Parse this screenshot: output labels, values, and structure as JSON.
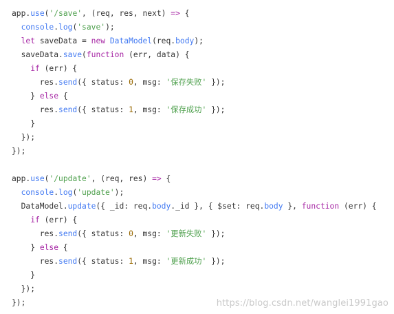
{
  "code": {
    "language": "javascript",
    "colors": {
      "keyword": "#a626a4",
      "string": "#50a14f",
      "number": "#986801",
      "function": "#4078f2",
      "plain": "#333333"
    },
    "lines": [
      [
        {
          "t": "pl",
          "v": "app."
        },
        {
          "t": "fn",
          "v": "use"
        },
        {
          "t": "pl",
          "v": "("
        },
        {
          "t": "str",
          "v": "'/save'"
        },
        {
          "t": "pl",
          "v": ", (req, res, next) "
        },
        {
          "t": "key",
          "v": "=>"
        },
        {
          "t": "pl",
          "v": " {"
        }
      ],
      [
        {
          "t": "pl",
          "v": "  "
        },
        {
          "t": "fn",
          "v": "console"
        },
        {
          "t": "pl",
          "v": "."
        },
        {
          "t": "fn",
          "v": "log"
        },
        {
          "t": "pl",
          "v": "("
        },
        {
          "t": "str",
          "v": "'save'"
        },
        {
          "t": "pl",
          "v": ");"
        }
      ],
      [
        {
          "t": "pl",
          "v": "  "
        },
        {
          "t": "key",
          "v": "let"
        },
        {
          "t": "pl",
          "v": " saveData = "
        },
        {
          "t": "key",
          "v": "new"
        },
        {
          "t": "pl",
          "v": " "
        },
        {
          "t": "fn",
          "v": "DataModel"
        },
        {
          "t": "pl",
          "v": "(req."
        },
        {
          "t": "fn",
          "v": "body"
        },
        {
          "t": "pl",
          "v": ");"
        }
      ],
      [
        {
          "t": "pl",
          "v": "  saveData."
        },
        {
          "t": "fn",
          "v": "save"
        },
        {
          "t": "pl",
          "v": "("
        },
        {
          "t": "key",
          "v": "function"
        },
        {
          "t": "pl",
          "v": " (err, data) {"
        }
      ],
      [
        {
          "t": "pl",
          "v": "    "
        },
        {
          "t": "key",
          "v": "if"
        },
        {
          "t": "pl",
          "v": " (err) {"
        }
      ],
      [
        {
          "t": "pl",
          "v": "      res."
        },
        {
          "t": "fn",
          "v": "send"
        },
        {
          "t": "pl",
          "v": "({ status: "
        },
        {
          "t": "num",
          "v": "0"
        },
        {
          "t": "pl",
          "v": ", msg: "
        },
        {
          "t": "str",
          "v": "'保存失败'"
        },
        {
          "t": "pl",
          "v": " });"
        }
      ],
      [
        {
          "t": "pl",
          "v": "    } "
        },
        {
          "t": "key",
          "v": "else"
        },
        {
          "t": "pl",
          "v": " {"
        }
      ],
      [
        {
          "t": "pl",
          "v": "      res."
        },
        {
          "t": "fn",
          "v": "send"
        },
        {
          "t": "pl",
          "v": "({ status: "
        },
        {
          "t": "num",
          "v": "1"
        },
        {
          "t": "pl",
          "v": ", msg: "
        },
        {
          "t": "str",
          "v": "'保存成功'"
        },
        {
          "t": "pl",
          "v": " });"
        }
      ],
      [
        {
          "t": "pl",
          "v": "    }"
        }
      ],
      [
        {
          "t": "pl",
          "v": "  });"
        }
      ],
      [
        {
          "t": "pl",
          "v": "});"
        }
      ],
      [],
      [
        {
          "t": "pl",
          "v": "app."
        },
        {
          "t": "fn",
          "v": "use"
        },
        {
          "t": "pl",
          "v": "("
        },
        {
          "t": "str",
          "v": "'/update'"
        },
        {
          "t": "pl",
          "v": ", (req, res) "
        },
        {
          "t": "key",
          "v": "=>"
        },
        {
          "t": "pl",
          "v": " {"
        }
      ],
      [
        {
          "t": "pl",
          "v": "  "
        },
        {
          "t": "fn",
          "v": "console"
        },
        {
          "t": "pl",
          "v": "."
        },
        {
          "t": "fn",
          "v": "log"
        },
        {
          "t": "pl",
          "v": "("
        },
        {
          "t": "str",
          "v": "'update'"
        },
        {
          "t": "pl",
          "v": ");"
        }
      ],
      [
        {
          "t": "pl",
          "v": "  DataModel."
        },
        {
          "t": "fn",
          "v": "update"
        },
        {
          "t": "pl",
          "v": "({ _id: req."
        },
        {
          "t": "fn",
          "v": "body"
        },
        {
          "t": "pl",
          "v": "._id }, { $set: req."
        },
        {
          "t": "fn",
          "v": "body"
        },
        {
          "t": "pl",
          "v": " }, "
        },
        {
          "t": "key",
          "v": "function"
        },
        {
          "t": "pl",
          "v": " (err) {"
        }
      ],
      [
        {
          "t": "pl",
          "v": "    "
        },
        {
          "t": "key",
          "v": "if"
        },
        {
          "t": "pl",
          "v": " (err) {"
        }
      ],
      [
        {
          "t": "pl",
          "v": "      res."
        },
        {
          "t": "fn",
          "v": "send"
        },
        {
          "t": "pl",
          "v": "({ status: "
        },
        {
          "t": "num",
          "v": "0"
        },
        {
          "t": "pl",
          "v": ", msg: "
        },
        {
          "t": "str",
          "v": "'更新失败'"
        },
        {
          "t": "pl",
          "v": " });"
        }
      ],
      [
        {
          "t": "pl",
          "v": "    } "
        },
        {
          "t": "key",
          "v": "else"
        },
        {
          "t": "pl",
          "v": " {"
        }
      ],
      [
        {
          "t": "pl",
          "v": "      res."
        },
        {
          "t": "fn",
          "v": "send"
        },
        {
          "t": "pl",
          "v": "({ status: "
        },
        {
          "t": "num",
          "v": "1"
        },
        {
          "t": "pl",
          "v": ", msg: "
        },
        {
          "t": "str",
          "v": "'更新成功'"
        },
        {
          "t": "pl",
          "v": " });"
        }
      ],
      [
        {
          "t": "pl",
          "v": "    }"
        }
      ],
      [
        {
          "t": "pl",
          "v": "  });"
        }
      ],
      [
        {
          "t": "pl",
          "v": "});"
        }
      ]
    ]
  },
  "watermark": {
    "text": "https://blog.csdn.net/wanglei1991gao"
  }
}
